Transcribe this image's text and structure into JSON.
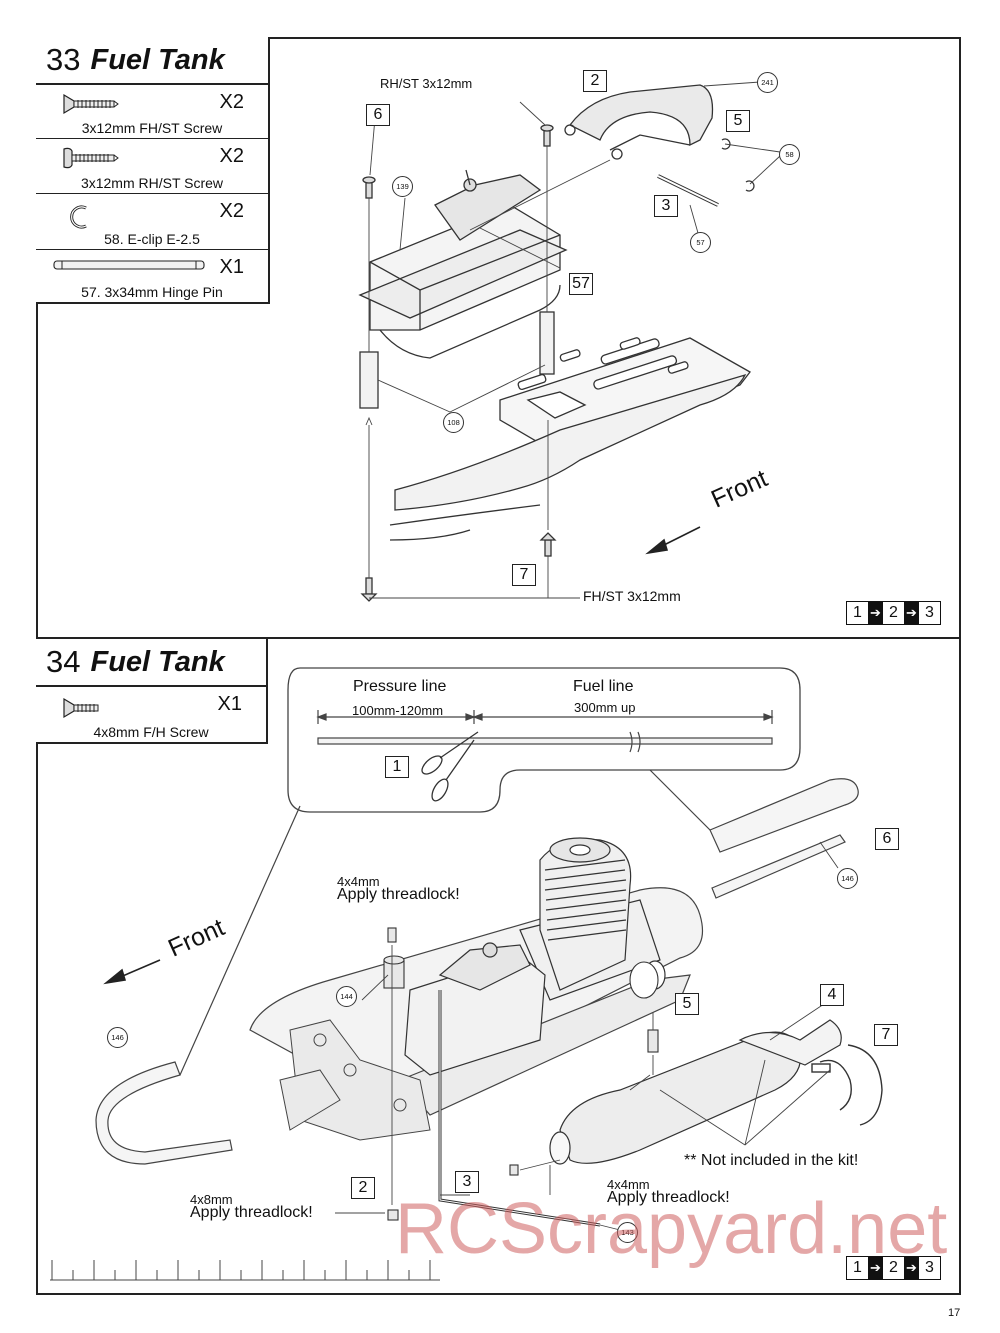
{
  "steps": [
    {
      "number": "33",
      "title": "Fuel Tank",
      "parts": [
        {
          "name": "3x12mm FH/ST Screw",
          "qty": "X2",
          "icon": "fh-screw-icon"
        },
        {
          "name": "3x12mm RH/ST Screw",
          "qty": "X2",
          "icon": "rh-screw-icon"
        },
        {
          "name": "58.   E-clip E-2.5",
          "qty": "X2",
          "icon": "e-clip-icon"
        },
        {
          "name": "57.  3x34mm Hinge Pin",
          "qty": "X1",
          "icon": "hinge-pin-icon"
        }
      ],
      "callouts": [
        "6",
        "2",
        "5",
        "3",
        "57",
        "7"
      ],
      "part_numbers": [
        "241",
        "58",
        "57",
        "139",
        "108"
      ],
      "labels": {
        "rh_screw": "RH/ST 3x12mm",
        "fh_screw": "FH/ST 3x12mm",
        "front": "Front"
      },
      "sequence": [
        "1",
        "2",
        "3"
      ]
    },
    {
      "number": "34",
      "title": "Fuel Tank",
      "parts": [
        {
          "name": "4x8mm F/H Screw",
          "qty": "X1",
          "icon": "fh-screw-icon"
        }
      ],
      "callouts": [
        "1",
        "6",
        "5",
        "4",
        "7",
        "2",
        "3"
      ],
      "part_numbers": [
        "146",
        "146",
        "144",
        "143"
      ],
      "labels": {
        "pressure_line": "Pressure line",
        "pressure_len": "100mm-120mm",
        "fuel_line": "Fuel line",
        "fuel_len": "300mm up",
        "front": "Front",
        "threadlock_a_size": "4x4mm",
        "threadlock_a": "Apply threadlock!",
        "threadlock_b_size": "4x8mm",
        "threadlock_b": "Apply threadlock!",
        "threadlock_c_size": "4x4mm",
        "threadlock_c": "Apply threadlock!",
        "not_included": "** Not included in the kit!"
      },
      "sequence": [
        "1",
        "2",
        "3"
      ]
    }
  ],
  "page_number": "17",
  "watermark": "RCScrapyard.net"
}
